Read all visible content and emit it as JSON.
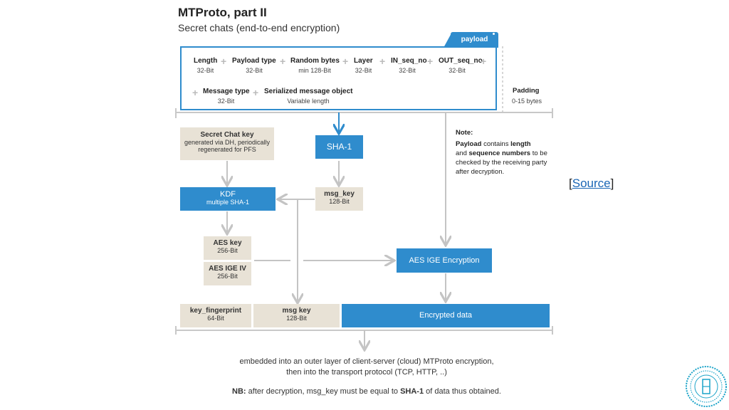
{
  "title": "MTProto, part II",
  "subtitle": "Secret chats (end-to-end encryption)",
  "payload": {
    "tab_label": "payload",
    "fields": [
      {
        "name": "Length",
        "size": "32-Bit"
      },
      {
        "name": "Payload type",
        "size": "32-Bit"
      },
      {
        "name": "Random bytes",
        "size": "min 128-Bit"
      },
      {
        "name": "Layer",
        "size": "32-Bit"
      },
      {
        "name": "IN_seq_no",
        "size": "32-Bit"
      },
      {
        "name": "OUT_seq_no",
        "size": "32-Bit"
      },
      {
        "name": "Message type",
        "size": "32-Bit"
      },
      {
        "name": "Serialized message object",
        "size": "Variable length"
      }
    ]
  },
  "padding": {
    "label": "Padding",
    "size": "0-15 bytes"
  },
  "note": {
    "title": "Note:",
    "line1_bold": "Payload",
    "line1_mid": " contains ",
    "line1_end": "length",
    "line2_pre": "and ",
    "line2_bold": "sequence numbers",
    "line2_end": " to be",
    "line3": "checked by the receiving party",
    "line4": "after decryption."
  },
  "boxes": {
    "secret_chat_key": {
      "title": "Secret Chat key",
      "sub1": "generated via DH, periodically",
      "sub2": "regenerated for PFS"
    },
    "sha1": {
      "title": "SHA-1"
    },
    "kdf": {
      "title": "KDF",
      "sub": "multiple SHA-1"
    },
    "msg_key_top": {
      "title": "msg_key",
      "sub": "128-Bit"
    },
    "aes_key": {
      "title": "AES key",
      "sub": "256-Bit"
    },
    "aes_iv": {
      "title": "AES IGE IV",
      "sub": "256-Bit"
    },
    "aes_enc": {
      "title": "AES IGE Encryption"
    },
    "key_fingerprint": {
      "title": "key_fingerprint",
      "sub": "64-Bit"
    },
    "msg_key_bottom": {
      "title": "msg key",
      "sub": "128-Bit"
    },
    "encrypted_data": {
      "title": "Encrypted data"
    }
  },
  "source_link": "Source",
  "footer": {
    "line1": "embedded into an outer layer of client-server (cloud) MTProto encryption,",
    "line2": "then into the transport protocol (TCP, HTTP, ..)",
    "line3_bold": "NB:",
    "line3_a": " after decryption, msg_key must be equal to ",
    "line3_bold2": "SHA-1",
    "line3_b": " of data thus obtained."
  },
  "colors": {
    "accent": "#2f8ccd",
    "beige": "#e8e2d6",
    "line": "#c8c8c8"
  }
}
